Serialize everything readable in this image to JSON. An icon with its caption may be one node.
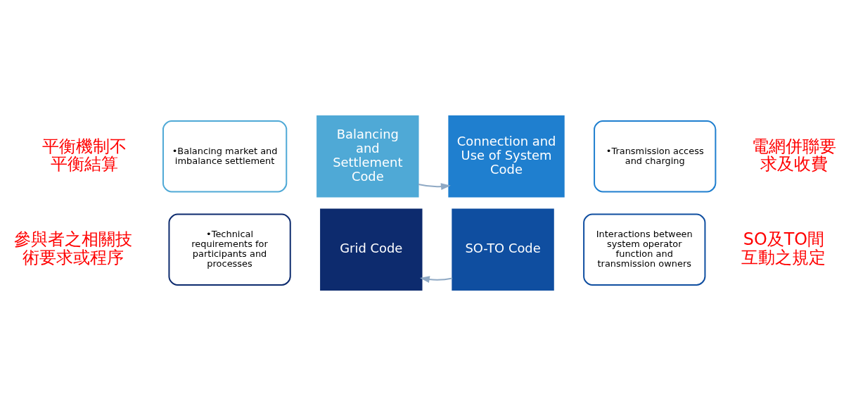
{
  "diagram": {
    "nodes": [
      {
        "text": [
          "•Balancing market and imbalance settlement"
        ],
        "beside": [
          "平衡機制不平衡結算"
        ]
      },
      {
        "text": [
          "•Transmission access and charging"
        ],
        "beside": [
          "電網併聯要求及收費"
        ]
      },
      {
        "text": [
          "Balancing and Settlement Code"
        ]
      },
      {
        "text": [
          "Connection and Use of System Code"
        ]
      },
      {
        "text": [
          "Grid Code"
        ]
      },
      {
        "text": [
          "SO-TO Code"
        ]
      },
      {
        "text": [
          "•Technical requirements for participants and processes"
        ],
        "beside": [
          "參與者之相關技術要求或程序"
        ]
      },
      {
        "text": [
          "Interactions between system operator function and transmission owners"
        ],
        "beside": [
          "SO及TO間互動之規定"
        ]
      }
    ],
    "edges": [
      {
        "from": 2,
        "to": 3,
        "arrow": "to"
      },
      {
        "from": 5,
        "to": 4,
        "arrow": "to"
      }
    ]
  }
}
